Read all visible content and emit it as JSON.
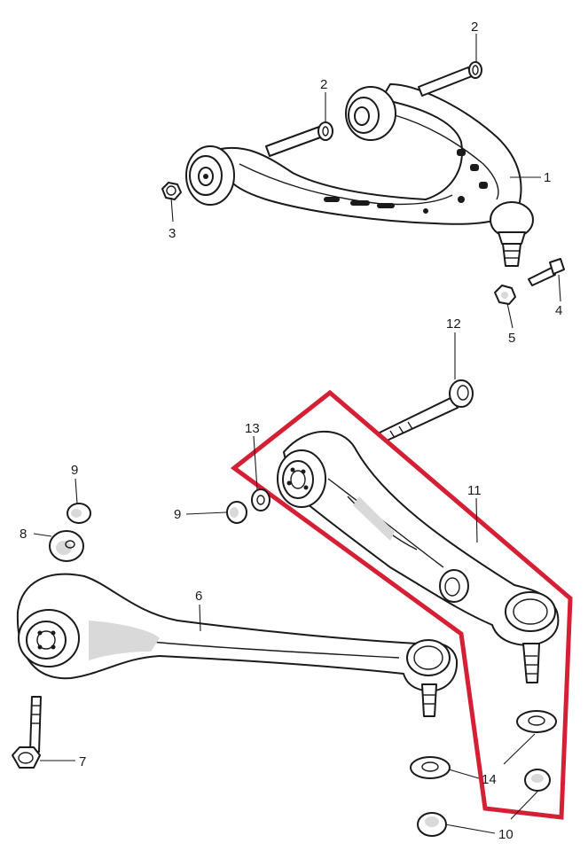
{
  "callouts": [
    {
      "id": "c2a",
      "label": "2"
    },
    {
      "id": "c2b",
      "label": "2"
    },
    {
      "id": "c1",
      "label": "1"
    },
    {
      "id": "c3",
      "label": "3"
    },
    {
      "id": "c4",
      "label": "4"
    },
    {
      "id": "c5",
      "label": "5"
    },
    {
      "id": "c12",
      "label": "12"
    },
    {
      "id": "c13",
      "label": "13"
    },
    {
      "id": "c11",
      "label": "11"
    },
    {
      "id": "c9a",
      "label": "9"
    },
    {
      "id": "c9b",
      "label": "9"
    },
    {
      "id": "c8",
      "label": "8"
    },
    {
      "id": "c6",
      "label": "6"
    },
    {
      "id": "c7",
      "label": "7"
    },
    {
      "id": "c14",
      "label": "14"
    },
    {
      "id": "c10",
      "label": "10"
    }
  ],
  "colors": {
    "line": "#1a1a1a",
    "highlight": "#d51f35",
    "shade": "#d9d9d9"
  },
  "highlighted_part": "11"
}
